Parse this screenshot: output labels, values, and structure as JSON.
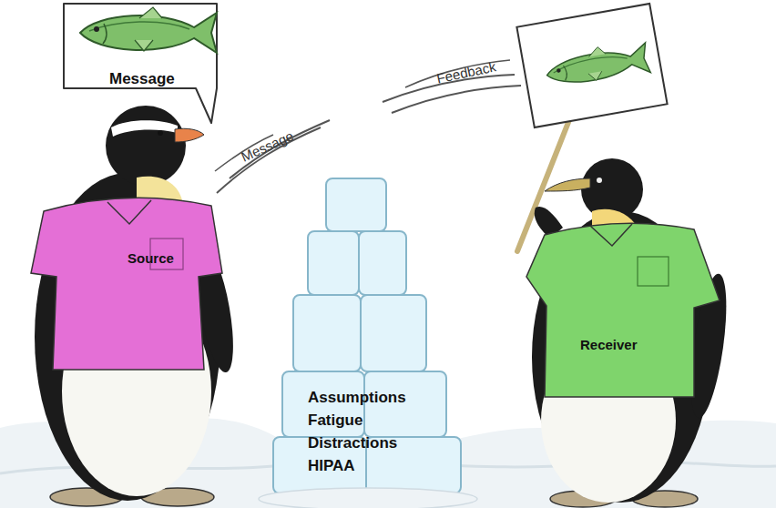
{
  "diagram": {
    "nodes": [
      {
        "text": [
          "Message"
        ]
      },
      {
        "text": [
          "Source"
        ]
      },
      {
        "text": [
          "Assumptions",
          "Fatigue",
          "Distractions",
          "HIPAA"
        ]
      },
      {
        "text": [
          "Receiver"
        ]
      }
    ],
    "labels": [
      "Message",
      "Feedback"
    ]
  }
}
